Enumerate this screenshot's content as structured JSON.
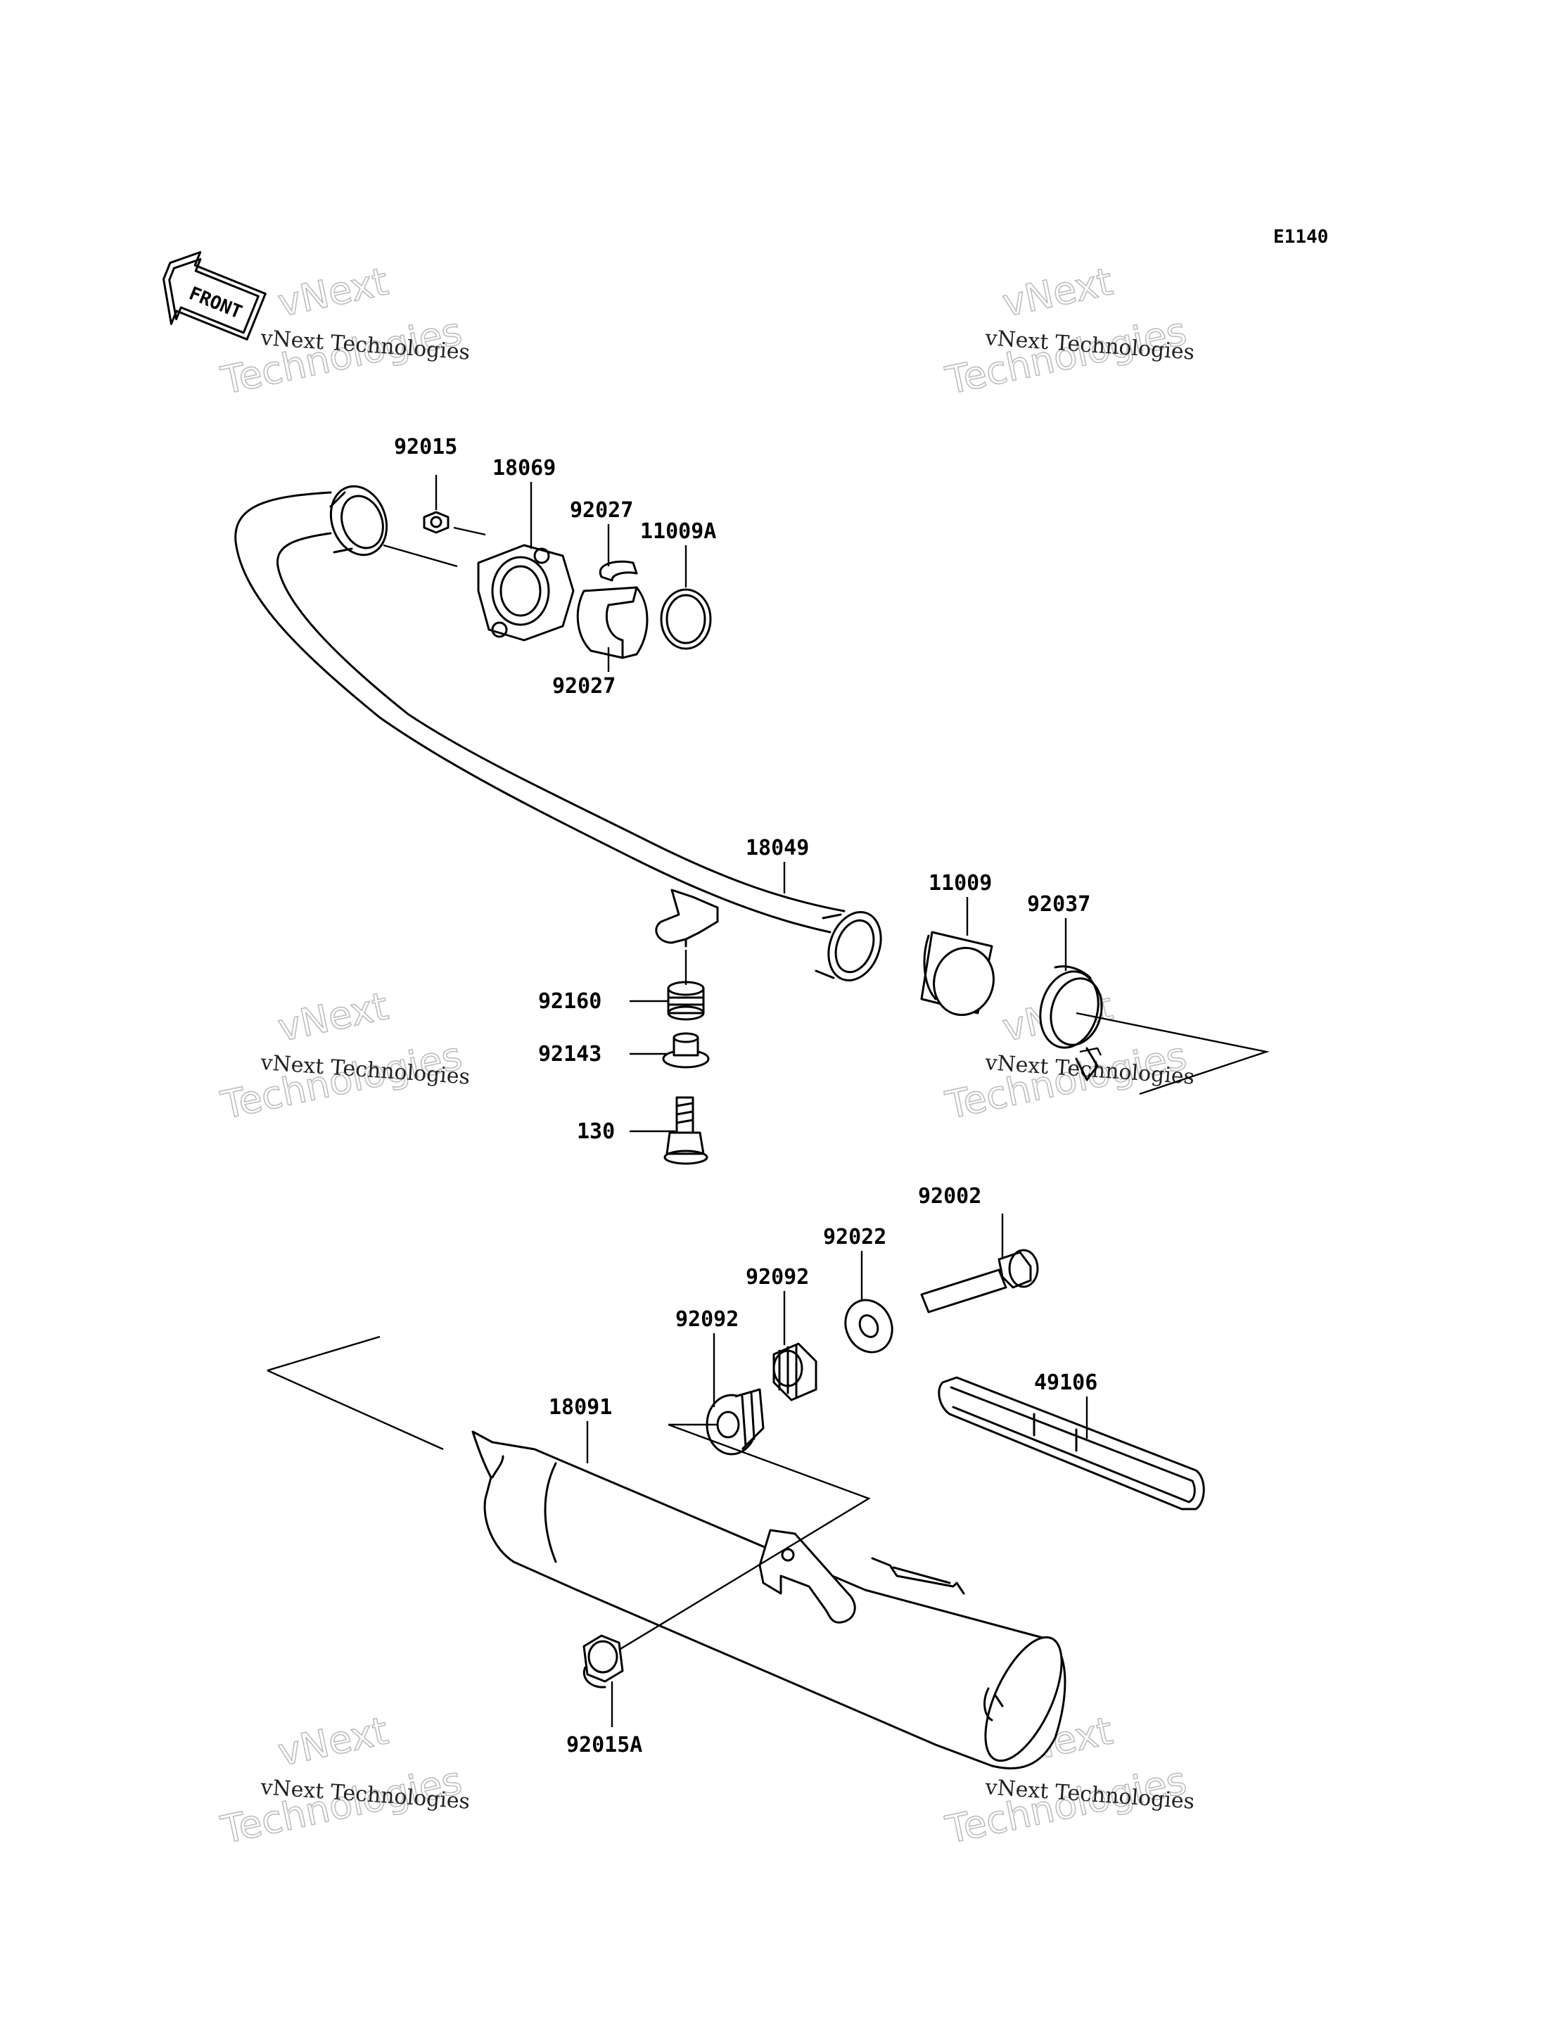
{
  "diagram_code": "E1140",
  "front_label": "FRONT",
  "watermark": {
    "line1": "vNext Technologies",
    "line2_top": "vNext",
    "line2_bottom": "Technologies"
  },
  "parts": {
    "p92015": "92015",
    "p18069": "18069",
    "p92027_top": "92027",
    "p11009A": "11009A",
    "p92027_bottom": "92027",
    "p18049": "18049",
    "p11009": "11009",
    "p92037": "92037",
    "p92160": "92160",
    "p92143": "92143",
    "p130": "130",
    "p92002": "92002",
    "p92022": "92022",
    "p92092_upper": "92092",
    "p92092_lower": "92092",
    "p49106": "49106",
    "p18091": "18091",
    "p92015A": "92015A"
  }
}
